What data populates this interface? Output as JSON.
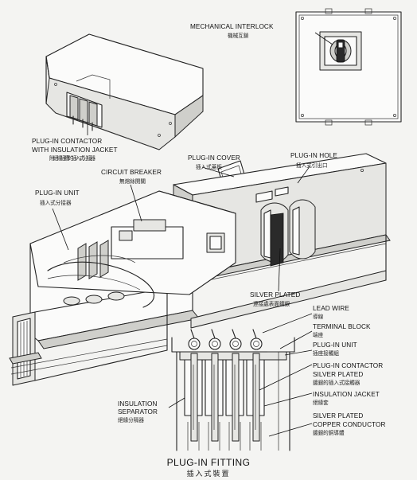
{
  "labels": {
    "mechanical_interlock": {
      "en": "MECHANICAL INTERLOCK",
      "zh": "機械互鎖"
    },
    "plug_in_contactor_jacket": {
      "en1": "PLUG-IN CONTACTOR",
      "en2": "WITH INSULATION JACKET",
      "zh": "附絕緣插槽的插入式分接器"
    },
    "plug_in_cover": {
      "en": "PLUG-IN COVER",
      "zh": "插入式蓋板"
    },
    "plug_in_hole": {
      "en": "PLUG-IN HOLE",
      "zh": "插入式引出口"
    },
    "circuit_breaker": {
      "en": "CIRCUIT BREAKER",
      "zh": "無熔絲開關"
    },
    "plug_in_unit": {
      "en": "PLUG-IN UNIT",
      "zh": "插入式分接器"
    },
    "silver_plated": {
      "en": "SILVER PLATED",
      "zh": "連接處表面鍍銀"
    },
    "lead_wire": {
      "en": "LEAD WIRE",
      "zh": "導線"
    },
    "terminal_block": {
      "en": "TERMINAL BLOCK",
      "zh": "端座"
    },
    "plug_in_unit_detail": {
      "en": "PLUG-IN UNIT",
      "zh": "插座接觸組"
    },
    "plug_in_contactor_silver": {
      "en1": "PLUG-IN CONTACTOR",
      "en2": "SILVER PLATED",
      "zh": "鍍銀的插入式接觸器"
    },
    "insulation_jacket": {
      "en": "INSULATION JACKET",
      "zh": "絕緣套"
    },
    "insulation_separator": {
      "en1": "INSULATION",
      "en2": "SEPARATOR",
      "zh": "絕緣分隔器"
    },
    "silver_plated_copper": {
      "en1": "SILVER PLATED",
      "en2": "COPPER CONDUCTOR",
      "zh": "鍍銀的銅導體"
    }
  },
  "caption": {
    "title": "PLUG-IN FITTING",
    "subtitle": "插入式裝置"
  }
}
